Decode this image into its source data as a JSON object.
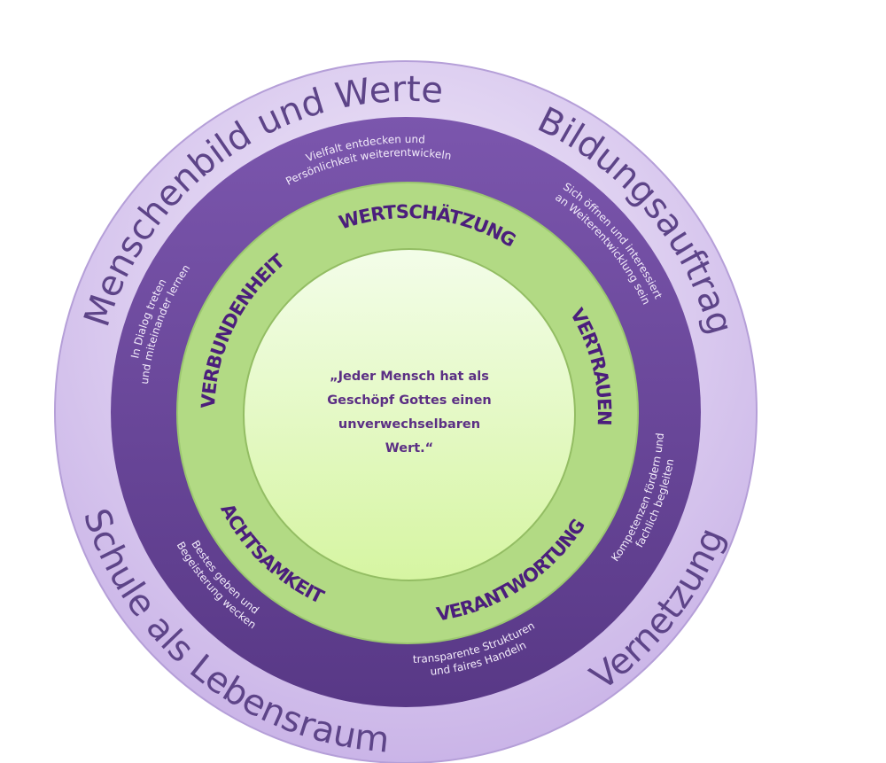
{
  "outer_ring": {
    "labels": [
      "Menschenbild und Werte",
      "Bildungsauftrag",
      "Schule als Lebensraum",
      "Vernetzung"
    ]
  },
  "middle_ring": {
    "phrases": [
      {
        "line1": "Vielfalt entdecken und",
        "line2": "Persönlichkeit weiterentwickeln"
      },
      {
        "line1": "Sich öffnen und interessiert",
        "line2": "an Weiterentwicklung sein"
      },
      {
        "line1": "Kompetenzen fördern und",
        "line2": "fachlich begleiten"
      },
      {
        "line1": "transparente Strukturen",
        "line2": "und faires Handeln"
      },
      {
        "line1": "Bestes geben und",
        "line2": "Begeisterung wecken"
      },
      {
        "line1": "In Dialog treten",
        "line2": "und miteinander lernen"
      }
    ]
  },
  "core_values": [
    "WERTSCHÄTZUNG",
    "VERTRAUEN",
    "VERANTWORTUNG",
    "ACHTSAMKEIT",
    "VERBUNDENHEIT"
  ],
  "center_quote": {
    "lines": [
      "„Jeder Mensch hat als",
      "Geschöpf Gottes einen",
      "unverwechselbaren",
      "Wert.“"
    ]
  },
  "colors": {
    "outer_ring": "#dccdf0",
    "middle_ring": "#6b4a9c",
    "green_ring": "#b2da84",
    "center": "#e6f9c8",
    "text_purple": "#4b1e7c"
  }
}
